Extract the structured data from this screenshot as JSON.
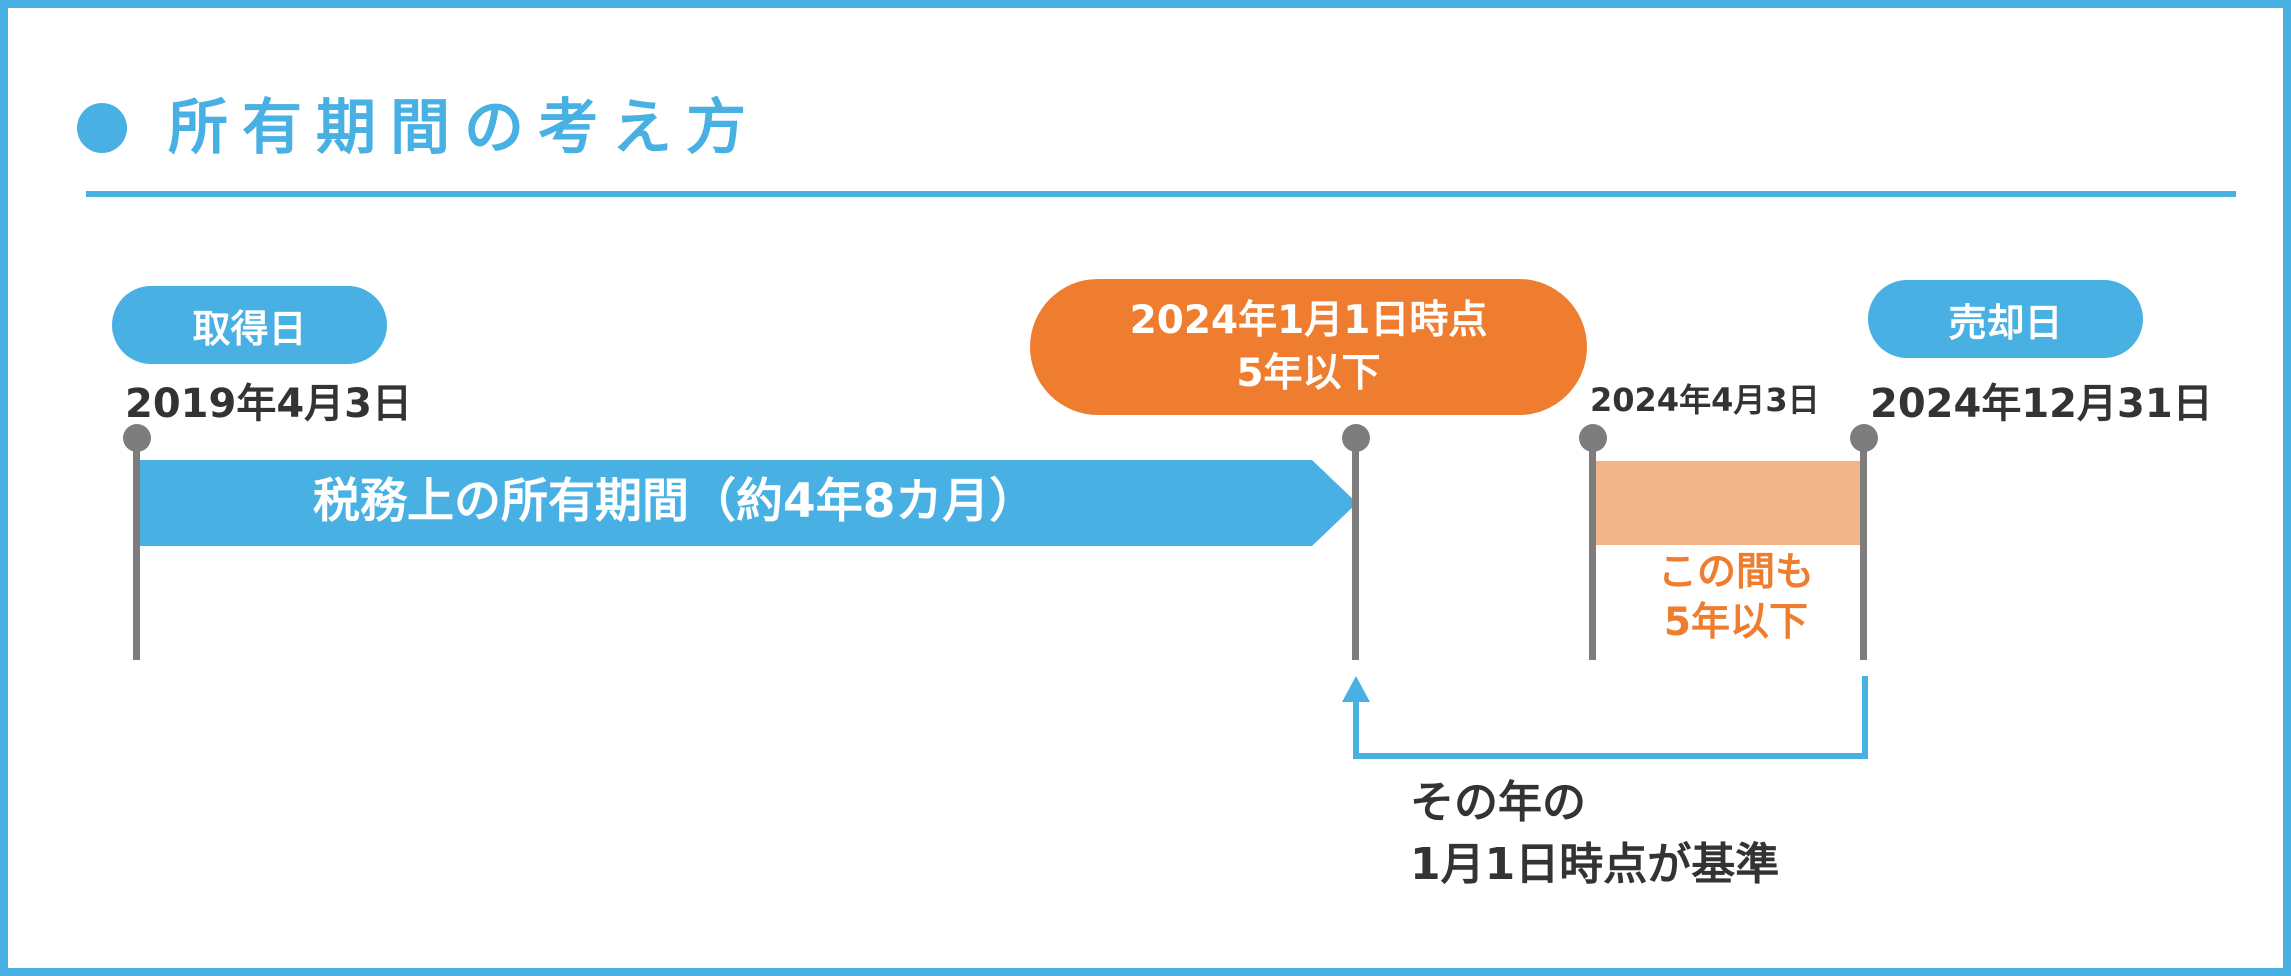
{
  "title": "所有期間の考え方",
  "acquisition": {
    "label": "取得日",
    "date": "2019年4月3日"
  },
  "reference_point": {
    "line1": "2024年1月1日時点",
    "line2": "5年以下"
  },
  "mid_date": "2024年4月3日",
  "sale": {
    "label": "売却日",
    "date": "2024年12月31日"
  },
  "holding_period_label": "税務上の所有期間（約4年8カ月）",
  "gap_note": {
    "line1": "この間も",
    "line2": "5年以下"
  },
  "basis_note": {
    "line1": "その年の",
    "line2": "1月1日時点が基準"
  },
  "colors": {
    "accent_blue": "#48b0e3",
    "accent_orange": "#ef7d2f",
    "light_orange": "#f2b48b",
    "pole_gray": "#7d7d7d",
    "text_dark": "#333333"
  }
}
